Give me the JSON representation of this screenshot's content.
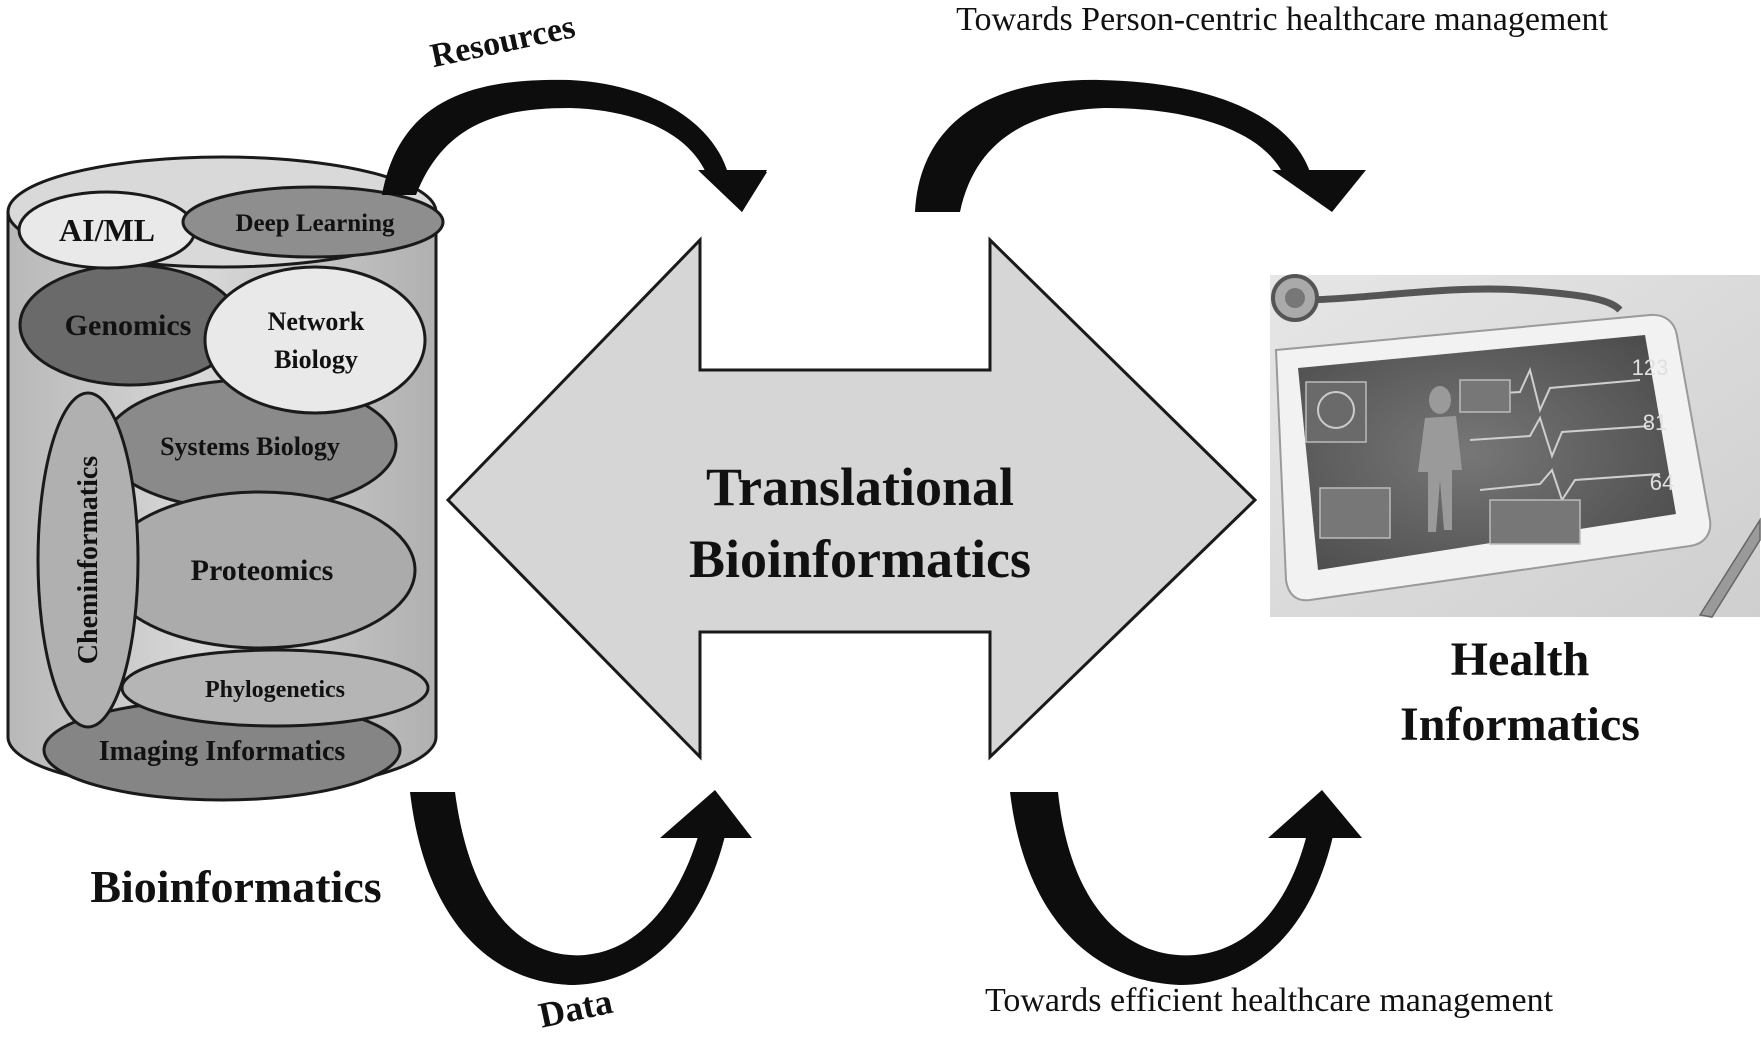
{
  "colors": {
    "background": "#ffffff",
    "stroke": "#1a1a1a",
    "cylinder_body": "#c9c9c9",
    "cylinder_top": "#d9d9d9",
    "big_arrow_fill": "#d6d6d6",
    "curved_arrow": "#0d0d0d",
    "ellipse_light": "#e9e9e9",
    "ellipse_mid": "#9e9e9e",
    "ellipse_mid_light": "#b5b5b5",
    "ellipse_dark": "#6a6a6a",
    "ellipse_darker": "#858585",
    "photo_bg": "#dcdcdc",
    "tablet_screen": "#5f5f5f"
  },
  "bioinformatics": {
    "label": "Bioinformatics",
    "cylinder": {
      "ellipses": {
        "ai_ml": "AI/ML",
        "deep_learning": "Deep Learning",
        "genomics": "Genomics",
        "network_biology_line1": "Network",
        "network_biology_line2": "Biology",
        "systems_biology": "Systems Biology",
        "cheminformatics": "Cheminformatics",
        "proteomics": "Proteomics",
        "phylogenetics": "Phylogenetics",
        "imaging_informatics": "Imaging Informatics"
      }
    }
  },
  "translational": {
    "line1": "Translational",
    "line2": "Bioinformatics"
  },
  "health_informatics": {
    "line1": "Health",
    "line2": "Informatics",
    "photo": {
      "readouts": [
        "123",
        "81",
        "64"
      ],
      "icon": "tablet-health-monitor-icon"
    }
  },
  "flows": {
    "resources": "Resources",
    "data": "Data",
    "person_centric": "Towards Person-centric healthcare management",
    "efficient": "Towards efficient healthcare management"
  }
}
